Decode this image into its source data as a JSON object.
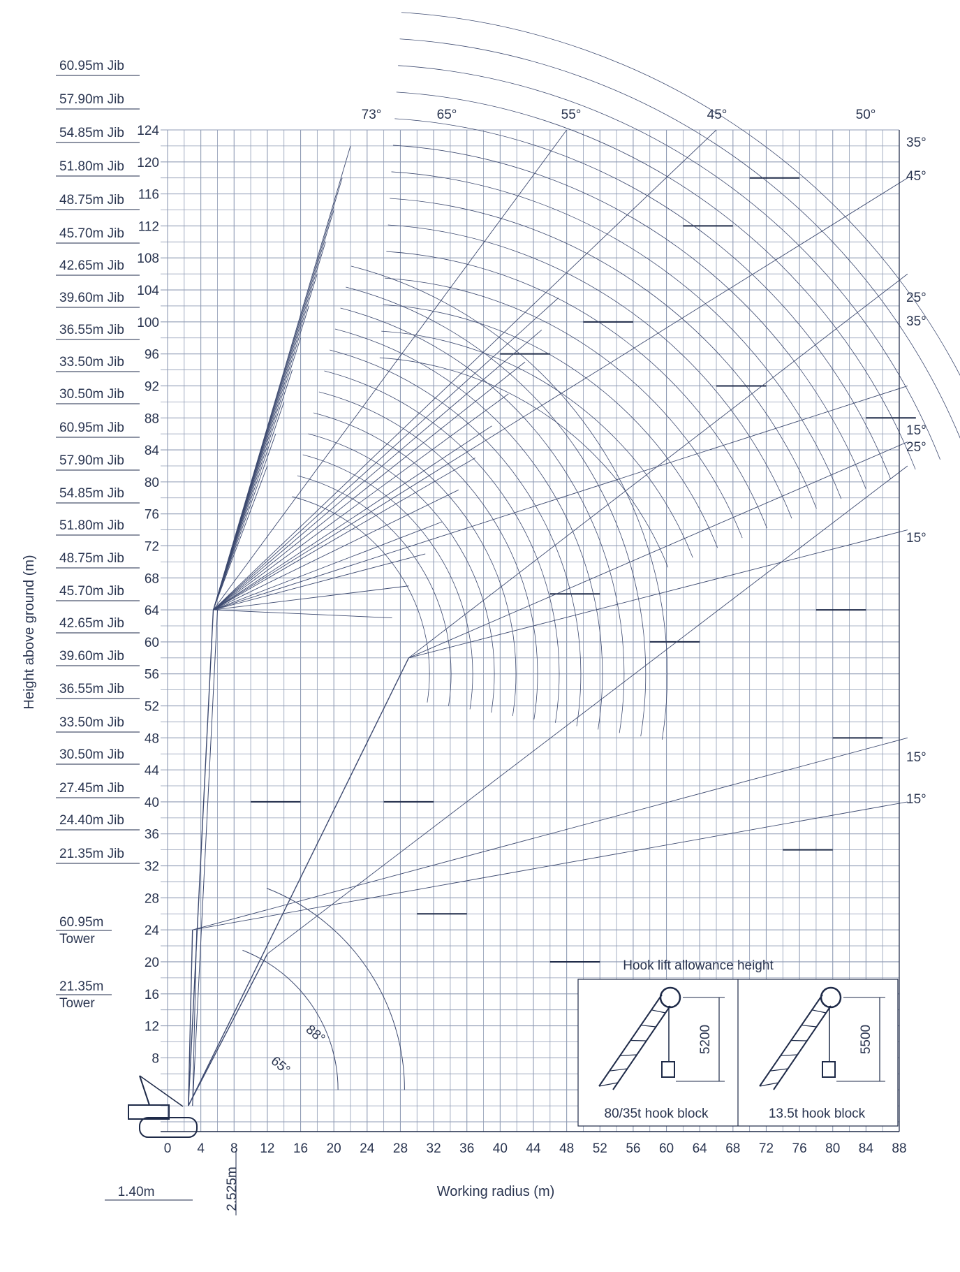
{
  "chart_data": {
    "type": "diagram",
    "subtype": "crane-working-range",
    "xlabel": "Working radius (m)",
    "ylabel": "Height above ground (m)",
    "xlim": [
      0,
      88
    ],
    "ylim": [
      0,
      124
    ],
    "x_ticks": [
      0,
      4,
      8,
      12,
      16,
      20,
      24,
      28,
      32,
      36,
      40,
      44,
      48,
      52,
      56,
      60,
      64,
      68,
      72,
      76,
      80,
      84,
      88
    ],
    "y_ticks": [
      8,
      12,
      16,
      20,
      24,
      28,
      32,
      36,
      40,
      44,
      48,
      52,
      56,
      60,
      64,
      68,
      72,
      76,
      80,
      84,
      88,
      92,
      96,
      100,
      104,
      108,
      112,
      116,
      120,
      124
    ],
    "grid": true,
    "tower_pivot": {
      "x": 2.5,
      "y": 2
    },
    "towers": [
      {
        "label": "60.95m",
        "sub": "Tower",
        "top": [
          5.5,
          64
        ],
        "label_y": 26
      },
      {
        "label": "21.35m",
        "sub": "Tower",
        "top": [
          3,
          24
        ],
        "label_y": 18
      }
    ],
    "booms": [
      {
        "top": [
          29,
          58
        ]
      },
      {
        "top": [
          12,
          21
        ]
      }
    ],
    "jibs_upper": [
      "60.95m Jib",
      "57.90m Jib",
      "54.85m Jib",
      "51.80m Jib",
      "48.75m Jib",
      "45.70m Jib",
      "42.65m Jib",
      "39.60m Jib",
      "36.55m Jib",
      "33.50m Jib",
      "30.50m Jib"
    ],
    "jibs_lower": [
      "60.95m Jib",
      "57.90m Jib",
      "54.85m Jib",
      "51.80m Jib",
      "48.75m Jib",
      "45.70m Jib",
      "42.65m Jib",
      "39.60m Jib",
      "36.55m Jib",
      "33.50m Jib",
      "30.50m Jib",
      "27.45m Jib",
      "24.40m Jib",
      "21.35m Jib"
    ],
    "top_angle_labels": [
      "73°",
      "65°",
      "55°",
      "45°",
      "50°"
    ],
    "right_angle_labels": [
      "35°",
      "45°",
      "25°",
      "35°",
      "15°",
      "25°",
      "15°",
      "15°",
      "15°"
    ],
    "boom_angle_labels": [
      "88°",
      "65°"
    ],
    "bottom_dimensions": {
      "offset": "1.40m",
      "pivot": "2.525m"
    },
    "hook_title": "Hook lift allowance height",
    "hooks": [
      {
        "dim": "5200",
        "label": "80/35t hook block"
      },
      {
        "dim": "5500",
        "label": "13.5t hook block"
      }
    ]
  },
  "colors": {
    "grid": "#8f9bb4",
    "line": "#3d4a70",
    "text": "#2a3550",
    "dark": "#1e2a48"
  }
}
